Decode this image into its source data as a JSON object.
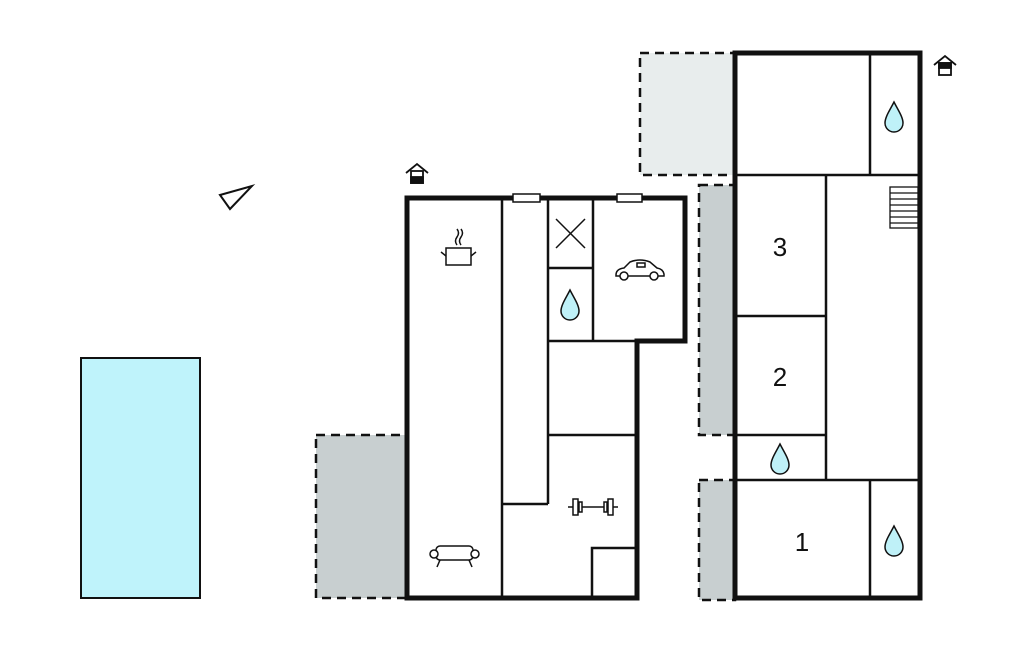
{
  "plan": {
    "rooms": [
      {
        "label": "3"
      },
      {
        "label": "2"
      },
      {
        "label": "1"
      }
    ],
    "colors": {
      "pool": "#bff3fb",
      "terrace": "#c8cfd0",
      "terrace_light": "#e8eded",
      "water": "#bff1f8"
    }
  }
}
